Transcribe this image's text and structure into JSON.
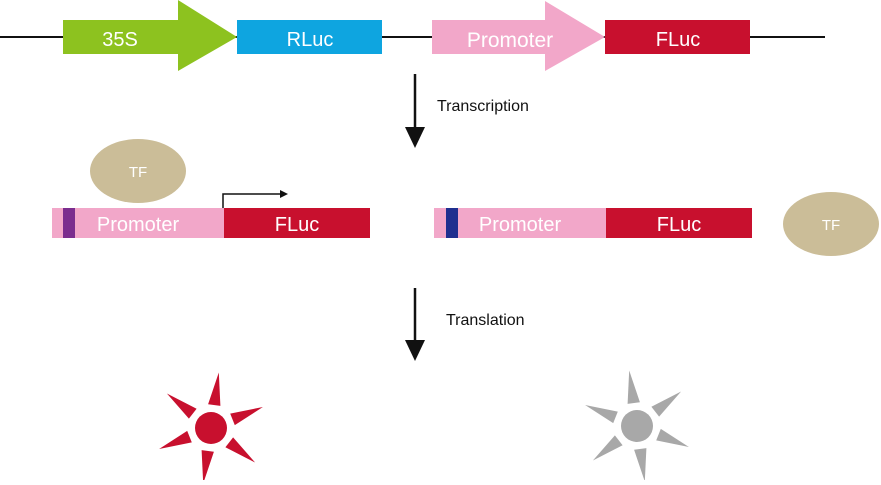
{
  "construct": {
    "arrow_35s": "35S",
    "rluc": "RLuc",
    "promoter": "Promoter",
    "fluc": "FLuc"
  },
  "steps": {
    "transcription": "Transcription",
    "translation": "Translation"
  },
  "left_panel": {
    "tf_label": "TF",
    "promoter_label": "Promoter",
    "fluc_label": "FLuc"
  },
  "right_panel": {
    "tf_label": "TF",
    "promoter_label": "Promoter",
    "fluc_label": "FLuc"
  },
  "colors": {
    "green_35s": "#8dc21f",
    "blue_rluc": "#0ea5e0",
    "pink_promoter": "#f2a7c9",
    "red_fluc": "#c8102e",
    "tan_tf": "#cbbd98",
    "purple_box": "#7b2d8e",
    "navy_box": "#1f2f8f",
    "gray_star": "#a8a8a8"
  }
}
